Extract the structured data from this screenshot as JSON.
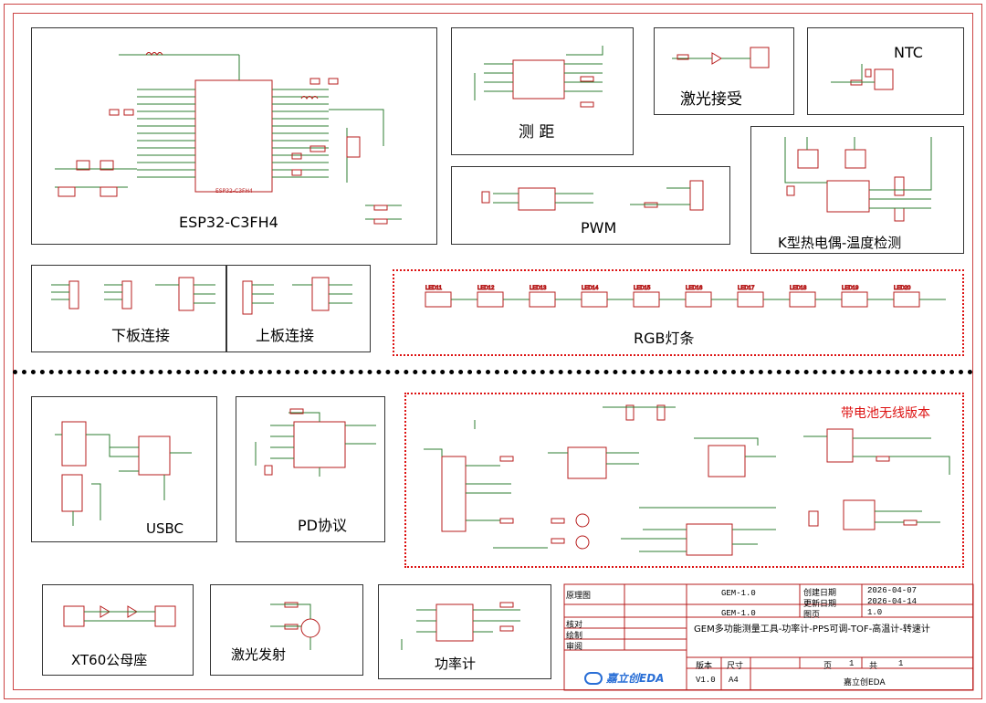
{
  "blocks": {
    "esp32": "ESP32-C3FH4",
    "ranging": "测  距",
    "laser_rx": "激光接受",
    "ntc": "NTC",
    "pwm": "PWM",
    "thermocouple": "K型热电偶-温度检测",
    "lower_board": "下板连接",
    "upper_board": "上板连接",
    "rgb_strip": "RGB灯条",
    "usbc": "USBC",
    "pd": "PD协议",
    "battery_wireless": "带电池无线版本",
    "xt60": "XT60公母座",
    "laser_tx": "激光发射",
    "power_meter": "功率计"
  },
  "components": {
    "esp32_chip": "ESP32-C3FH4",
    "led_prefix": "LED",
    "led_ids": [
      "LED11",
      "LED12",
      "LED13",
      "LED14",
      "LED15",
      "LED16",
      "LED17",
      "LED18",
      "LED19",
      "LED20"
    ]
  },
  "title_block": {
    "row_labels": [
      "原理图",
      "核对",
      "绘制",
      "审阅"
    ],
    "project": "GEM-1.0",
    "project2": "GEM-1.0",
    "create_date_label": "创建日期",
    "create_date": "2026-04-07",
    "update_date_label": "更新日期",
    "update_date": "2026-04-14",
    "sheet_label": "图页",
    "sheet_value": "1.0",
    "description": "GEM多功能测量工具-功率计-PPS可调-TOF-高温计-转速计",
    "version_label": "版本",
    "size_label": "尺寸",
    "page_label": "页",
    "page_num": "1",
    "total_label": "共",
    "total_num": "1",
    "version": "V1.0",
    "size": "A4",
    "company": "嘉立创EDA",
    "logo_text": "嘉立创EDA"
  },
  "colors": {
    "wire": "#2e7d32",
    "symbol": "#b71c1c",
    "net": "#1a237e",
    "dotted_highlight": "#dd1111"
  }
}
